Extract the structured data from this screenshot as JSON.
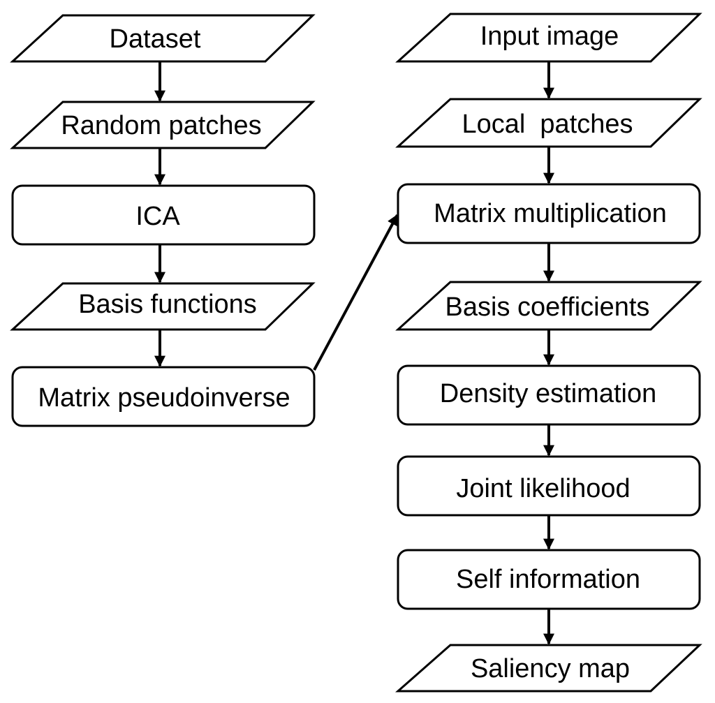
{
  "diagram": {
    "nodes": {
      "dataset": "Dataset",
      "random_patches": "Random patches",
      "ica": "ICA",
      "basis_functions": "Basis functions",
      "matrix_pseudoinverse": "Matrix pseudoinverse",
      "input_image": "Input image",
      "local_patches": "Local  patches",
      "matrix_multiplication": "Matrix multiplication",
      "basis_coefficients": "Basis coefficients",
      "density_estimation": "Density estimation",
      "joint_likelihood": "Joint likelihood",
      "self_information": "Self information",
      "saliency_map": "Saliency map"
    }
  }
}
